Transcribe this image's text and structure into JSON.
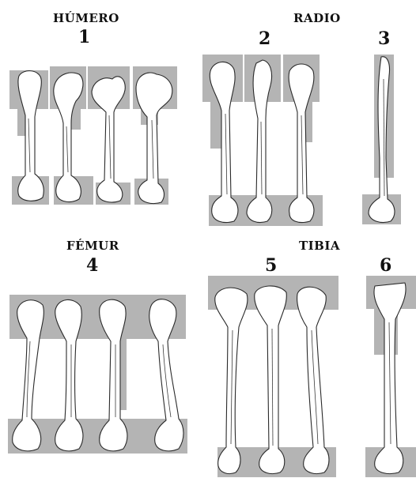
{
  "figure": {
    "title_humerus": "HÚMERO",
    "title_radius": "RADIO",
    "title_femur": "FÉMUR",
    "title_tibia": "TIBIA",
    "panel_1": "1",
    "panel_2": "2",
    "panel_3": "3",
    "panel_4": "4",
    "panel_5": "5",
    "panel_6": "6",
    "highlight_color": "#b4b4b4"
  }
}
